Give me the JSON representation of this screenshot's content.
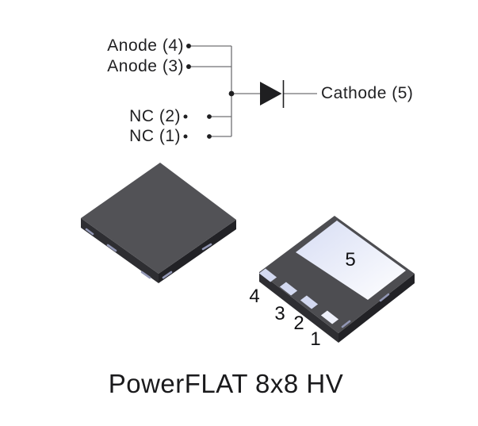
{
  "figure": {
    "title": "PowerFLAT 8x8 HV",
    "background": "#ffffff"
  },
  "schematic": {
    "labels": {
      "anode_4": "Anode (4)",
      "anode_3": "Anode (3)",
      "nc_2": "NC (2)",
      "nc_1": "NC (1)",
      "cathode_5": "Cathode (5)"
    },
    "colors": {
      "wire": "#707073",
      "symbol": "#1f1f21"
    }
  },
  "package": {
    "pin_numbers": {
      "pin_4": "4",
      "pin_3": "3",
      "pin_2": "2",
      "pin_1": "1",
      "pin_5": "5"
    },
    "colors": {
      "top_view_body": "#525256",
      "bottom_view_body": "#4d4d51",
      "side_mid": "#2e2e32",
      "side_dark": "#222226",
      "pad_light": "#d7ddf4",
      "pad_small": "#d3d9f0",
      "pad_small_bright": "#eef0fa",
      "edge_mark": "#9297b5"
    }
  }
}
